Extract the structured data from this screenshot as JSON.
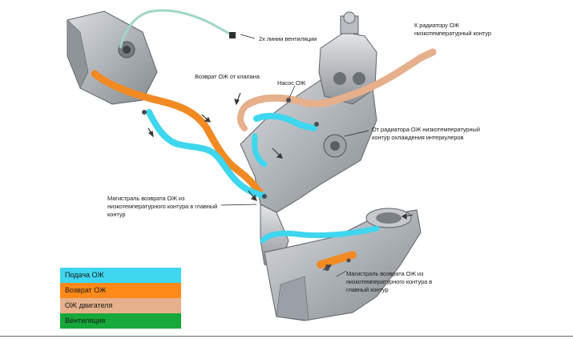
{
  "labels": {
    "vent_lines": "2х линии вентиляции",
    "valve_return": "Возврат ОЖ от клапана",
    "pump": "Насос ОЖ",
    "radiator_to_1": "К радиатору ОЖ",
    "radiator_to_2": "низкотемпературный контур",
    "from_radiator_1": "От радиатора ОЖ низкотемпературный",
    "from_radiator_2": "контур охлаждения интеркулеров",
    "main_return_left_1": "Магистраль возврата ОЖ из",
    "main_return_left_2": "низкотемпературного контура в главный",
    "main_return_left_3": "контур",
    "main_return_right_1": "Магистраль возврата ОЖ из",
    "main_return_right_2": "низкотемпературного контура в",
    "main_return_right_3": "главный контур"
  },
  "legend": [
    {
      "label": "Подача ОЖ",
      "color": "#3fd6ef"
    },
    {
      "label": "Возврат ОЖ",
      "color": "#ff8a1a"
    },
    {
      "label": "ОЖ двигателя",
      "color": "#e6b08c"
    },
    {
      "label": "Вентиляция",
      "color": "#16a83a"
    }
  ]
}
